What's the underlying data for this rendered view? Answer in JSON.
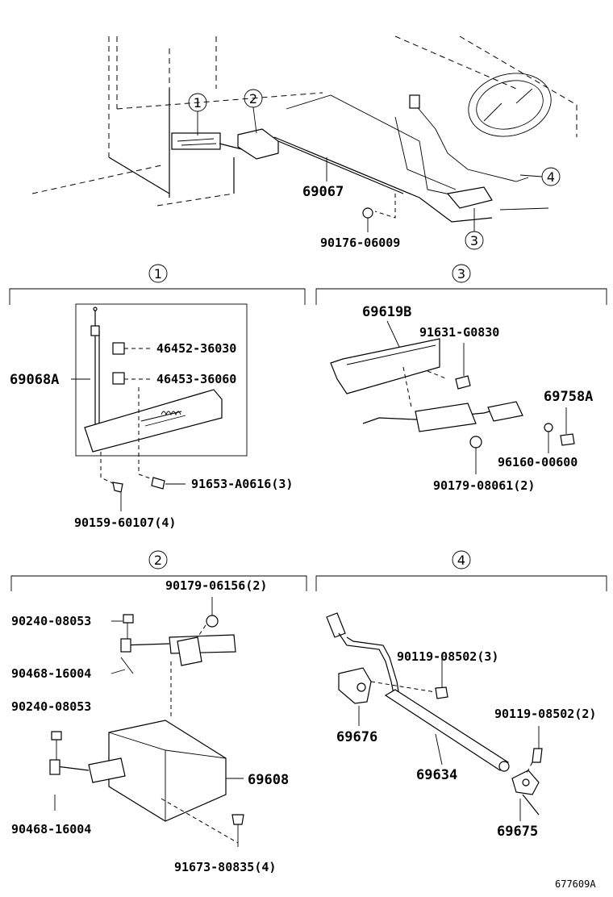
{
  "diagram": {
    "ref_code": "677609A",
    "overview": {
      "callouts": [
        "1",
        "2",
        "3",
        "4"
      ],
      "labels": {
        "cable": "69067",
        "nut": "90176-06009"
      }
    },
    "section_1": {
      "marker": "1",
      "labels": {
        "cable_assy": "69068A",
        "clamp_a": "46452-36030",
        "clamp_b": "46453-36060",
        "bolt": "91653-A0616(3)",
        "screw": "90159-60107(4)"
      }
    },
    "section_2": {
      "marker": "2",
      "labels": {
        "nut": "90179-06156(2)",
        "pin_a": "90240-08053",
        "clip_a": "90468-16004",
        "pin_b": "90240-08053",
        "motor": "69608",
        "clip_b": "90468-16004",
        "bolt": "91673-80835(4)"
      }
    },
    "section_3": {
      "marker": "3",
      "labels": {
        "bracket": "69619B",
        "bolt": "91631-G0830",
        "pin": "69758A",
        "washer": "96160-00600",
        "nut": "90179-08061(2)"
      }
    },
    "section_4": {
      "marker": "4",
      "labels": {
        "bolt_a": "90119-08502(3)",
        "bolt_b": "90119-08502(2)",
        "bracket_a": "69676",
        "rod": "69634",
        "bracket_b": "69675"
      }
    }
  }
}
